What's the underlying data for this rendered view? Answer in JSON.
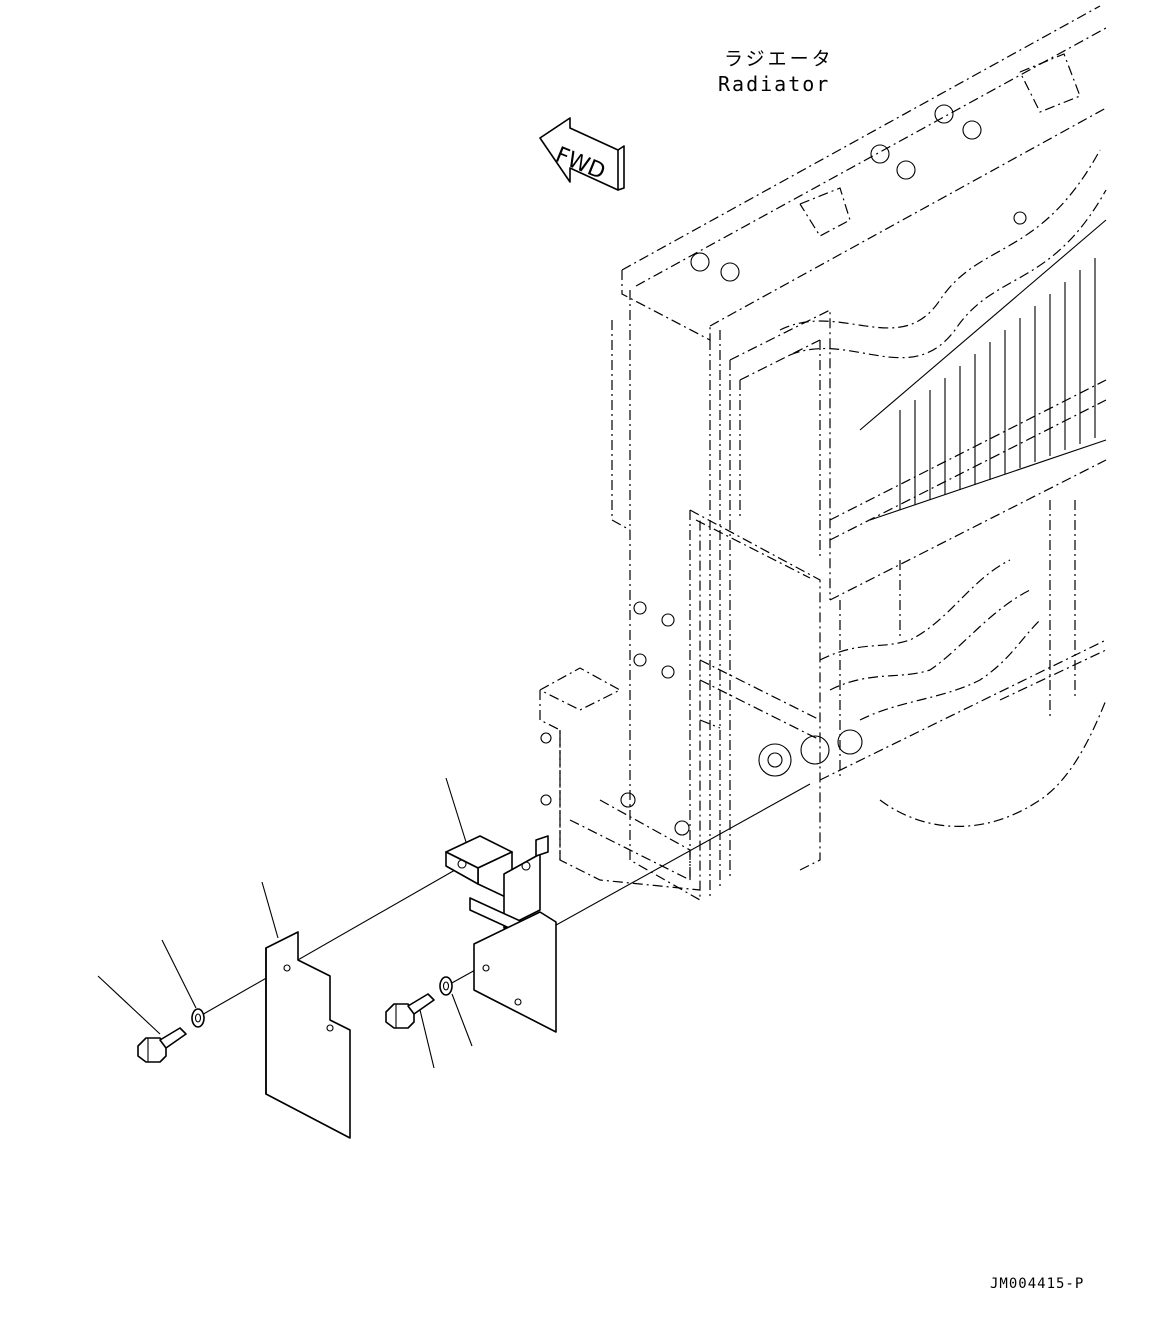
{
  "title": {
    "japanese": "ラジエータ",
    "english": "Radiator"
  },
  "direction_arrow_label": "FWD",
  "drawing_id": "JM004415-P",
  "parts": [
    {
      "name": "bolt-left"
    },
    {
      "name": "washer-left"
    },
    {
      "name": "cover-plate"
    },
    {
      "name": "bracket"
    },
    {
      "name": "bolt-right"
    },
    {
      "name": "washer-right"
    }
  ]
}
